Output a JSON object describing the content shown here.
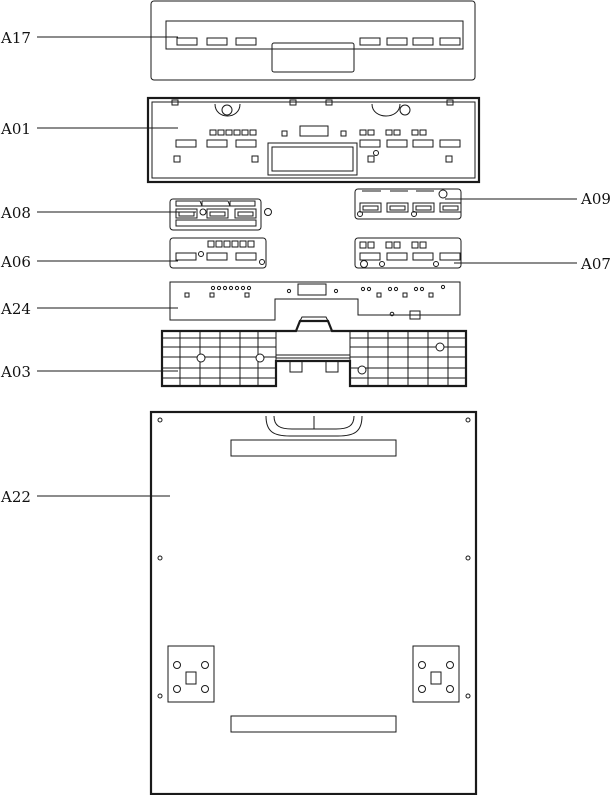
{
  "labels": {
    "a17": "A17",
    "a01": "A01",
    "a08": "A08",
    "a09": "A09",
    "a06": "A06",
    "a07": "A07",
    "a24": "A24",
    "a03": "A03",
    "a22": "A22"
  },
  "colors": {
    "line": "#1a1a1a",
    "background": "#ffffff"
  }
}
